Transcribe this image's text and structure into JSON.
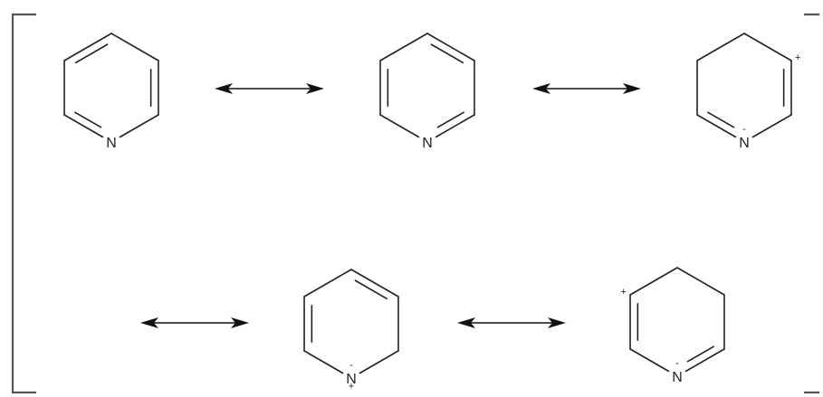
{
  "atom_symbol": "N",
  "charges": {
    "positive": "+",
    "negative": "-"
  },
  "structures": [
    {
      "name": "pyridine-kekule-1",
      "double_bonds": [
        1,
        3,
        5
      ],
      "charges": []
    },
    {
      "name": "pyridine-kekule-2",
      "double_bonds": [
        0,
        2,
        4
      ],
      "charges": []
    },
    {
      "name": "pyridine-ortho-right",
      "double_bonds": [
        1,
        3
      ],
      "charges": [
        {
          "sign": "-",
          "at": "N"
        },
        {
          "sign": "+",
          "at": "v1"
        }
      ]
    },
    {
      "name": "pyridine-para",
      "double_bonds": [
        0,
        4
      ],
      "charges": [
        {
          "sign": "+",
          "at": "v3"
        },
        {
          "sign": "-",
          "at": "N"
        }
      ]
    },
    {
      "name": "pyridine-ortho-left",
      "double_bonds": [
        2,
        4
      ],
      "charges": [
        {
          "sign": "+",
          "at": "v5"
        },
        {
          "sign": "-",
          "at": "N"
        }
      ]
    }
  ],
  "arrows": [
    {
      "type": "resonance-double-headed"
    },
    {
      "type": "resonance-double-headed"
    },
    {
      "type": "resonance-double-headed"
    },
    {
      "type": "resonance-double-headed"
    }
  ],
  "colors": {
    "ink": "#222222",
    "bracket": "#555555"
  }
}
